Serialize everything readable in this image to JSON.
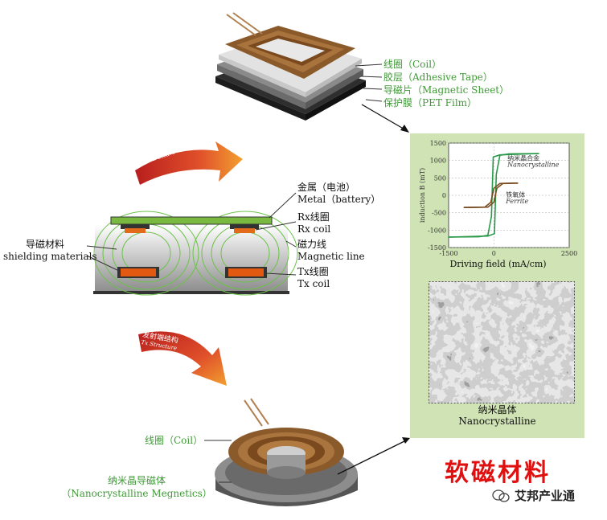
{
  "rx_layers": {
    "coil": "线圈（Coil）",
    "adhesive": "胶层（Adhesive Tape）",
    "sheet": "导磁片（Magnetic Sheet）",
    "film": "保护膜（PET Film）"
  },
  "arrows": {
    "rx_cn": "接收端结构",
    "rx_en": "Rx Structure",
    "tx_cn": "发射端结构",
    "tx_en": "Tx Structure"
  },
  "cross_section": {
    "metal_cn": "金属（电池）",
    "metal_en": "Metal（battery）",
    "rx_cn": "Rx线圈",
    "rx_en": "Rx coil",
    "mag_cn": "磁力线",
    "mag_en": "Magnetic line",
    "tx_cn": "Tx线圈",
    "tx_en": "Tx coil",
    "shield_cn": "导磁材料",
    "shield_en": "shielding materials"
  },
  "tx_labels": {
    "coil": "线圈（Coil）",
    "nano_cn": "纳米晶导磁体",
    "nano_en": "（Nanocrystalline Megnetics）"
  },
  "panel": {
    "photo_cn": "纳米晶体",
    "photo_en": "Nanocrystalline",
    "title_big": "软磁材料",
    "bg_color": "#cfe3b5"
  },
  "chart_data": {
    "type": "line",
    "xlabel": "Driving field (mA/cm)",
    "ylabel": "induction B (mT)",
    "xlim": [
      -1500,
      2500
    ],
    "ylim": [
      -1500,
      1500
    ],
    "xticks": [
      "-1500",
      "0",
      "2500"
    ],
    "yticks": [
      "1500",
      "1000",
      "500",
      "0",
      "-500",
      "-1000",
      "-1500"
    ],
    "series": [
      {
        "name": "纳米晶合金 Nanocrystalline",
        "color": "#2a9a4a",
        "upper": [
          [
            -1500,
            -1200
          ],
          [
            -500,
            -1190
          ],
          [
            -200,
            -1150
          ],
          [
            -80,
            -600
          ],
          [
            -20,
            1100
          ],
          [
            200,
            1160
          ],
          [
            1500,
            1200
          ]
        ],
        "lower": [
          [
            -1500,
            -1200
          ],
          [
            -200,
            -1170
          ],
          [
            20,
            -1100
          ],
          [
            80,
            600
          ],
          [
            200,
            1150
          ],
          [
            500,
            1190
          ],
          [
            1500,
            1200
          ]
        ]
      },
      {
        "name": "铁氧体 Ferrite",
        "color": "#7a4a1e",
        "upper": [
          [
            -1000,
            -350
          ],
          [
            -300,
            -340
          ],
          [
            -100,
            -200
          ],
          [
            0,
            200
          ],
          [
            200,
            340
          ],
          [
            800,
            350
          ]
        ],
        "lower": [
          [
            -1000,
            -350
          ],
          [
            -200,
            -340
          ],
          [
            0,
            -200
          ],
          [
            100,
            200
          ],
          [
            300,
            340
          ],
          [
            800,
            350
          ]
        ]
      }
    ]
  },
  "watermark": {
    "text": "艾邦产业通"
  }
}
